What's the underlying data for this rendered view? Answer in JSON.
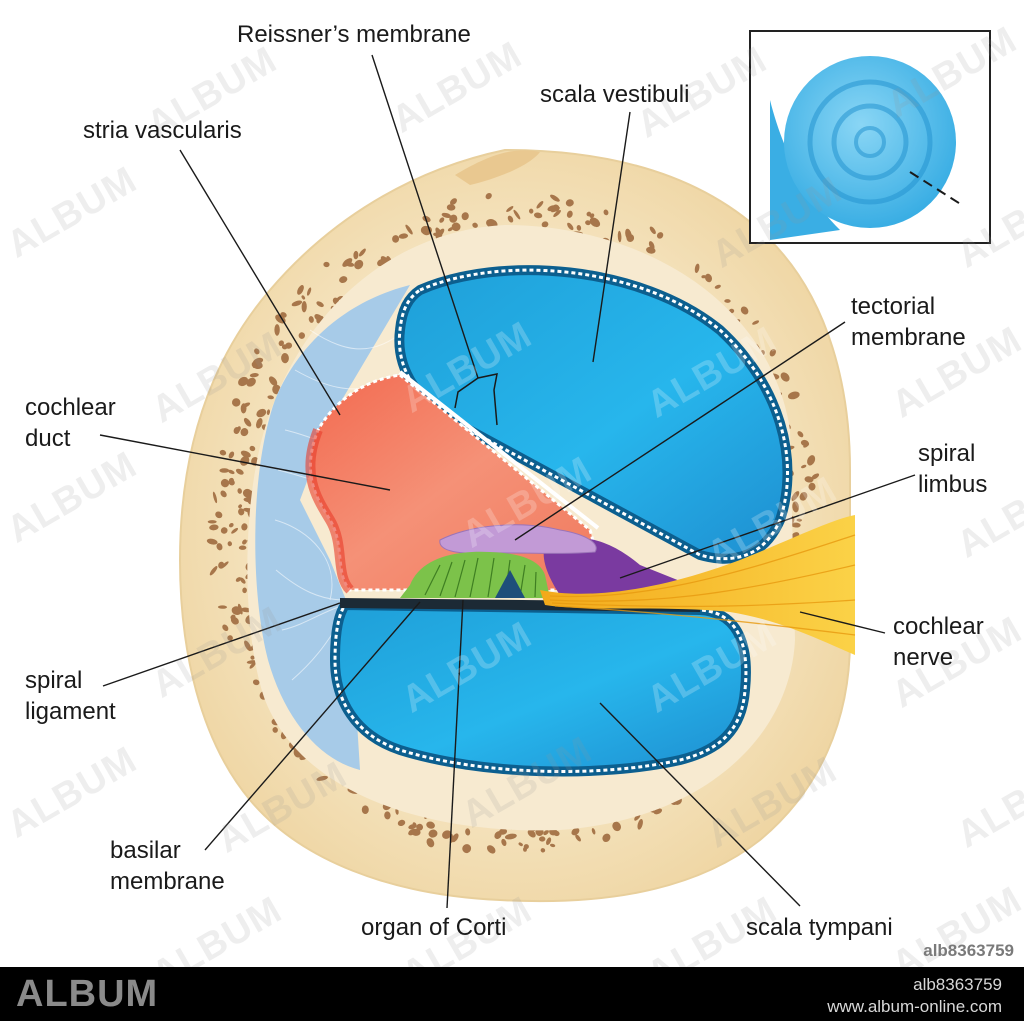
{
  "labels": {
    "reissner": "Reissner’s membrane",
    "scala_vestibuli": "scala vestibuli",
    "stria": "stria vascularis",
    "tectorial": "tectorial\nmembrane",
    "cochlear_duct": "cochlear\nduct",
    "spiral_limbus": "spiral\nlimbus",
    "cochlear_nerve": "cochlear\nnerve",
    "spiral_ligament": "spiral\nligament",
    "basilar": "basilar\nmembrane",
    "organ_corti": "organ of Corti",
    "scala_tympani": "scala tympani"
  },
  "watermark": "ALBUM",
  "image_id": "alb8363759",
  "footer": {
    "brand": "ALBUM",
    "id": "alb8363759",
    "site": "www.album-online.com"
  },
  "colors": {
    "bone": "#f6e6c4",
    "bone_pore": "#9a6438",
    "scala": "#25aee6",
    "scala_edge": "#0c5f8f",
    "duct": "#f2826a",
    "ligament": "#a7cbe8",
    "tectorial": "#c29ad6",
    "limbus": "#7a3aa0",
    "corti": "#7cc24a",
    "nerve": "#f7c12a",
    "inset_blue": "#52bdea"
  }
}
